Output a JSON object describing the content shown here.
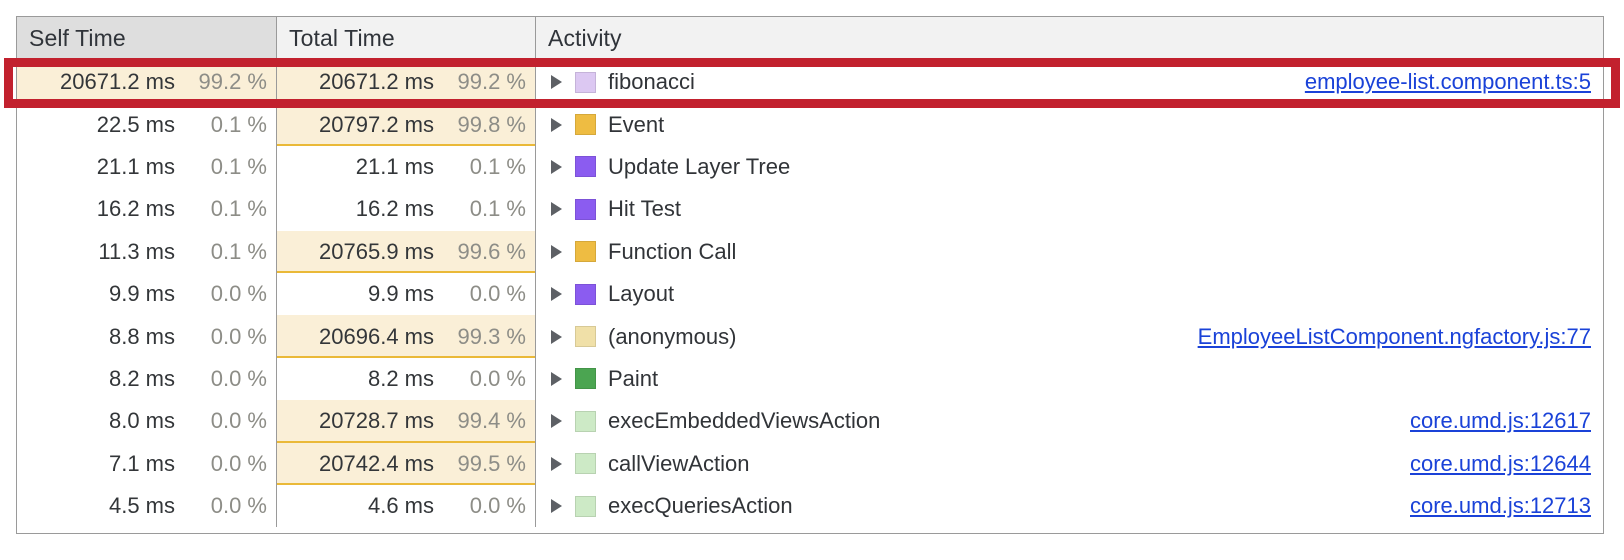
{
  "panel": {
    "name": "performance-bottom-up-tree",
    "accent_blue": "#1a42d8",
    "annotation_color": "#c2212e",
    "bar_fill": "#faefd7",
    "bar_border": "#eab938"
  },
  "columns": {
    "self_time": "Self Time",
    "total_time": "Total Time",
    "activity": "Activity"
  },
  "sorted_column": "self_time",
  "rows": [
    {
      "self_ms": "20671.2 ms",
      "self_pct": "99.2 %",
      "self_bar_fraction": 1.0,
      "total_ms": "20671.2 ms",
      "total_pct": "99.2 %",
      "total_bar_fraction": 1.0,
      "activity": "fibonacci",
      "swatch_color": "#dcc8f2",
      "source": "employee-list.component.ts:5",
      "highlighted": true
    },
    {
      "self_ms": "22.5 ms",
      "self_pct": "0.1 %",
      "self_bar_fraction": 0,
      "total_ms": "20797.2 ms",
      "total_pct": "99.8 %",
      "total_bar_fraction": 1.0,
      "activity": "Event",
      "swatch_color": "#eebc42",
      "source": "",
      "highlighted": false
    },
    {
      "self_ms": "21.1 ms",
      "self_pct": "0.1 %",
      "self_bar_fraction": 0,
      "total_ms": "21.1 ms",
      "total_pct": "0.1 %",
      "total_bar_fraction": 0,
      "activity": "Update Layer Tree",
      "swatch_color": "#8b5cf0",
      "source": "",
      "highlighted": false
    },
    {
      "self_ms": "16.2 ms",
      "self_pct": "0.1 %",
      "self_bar_fraction": 0,
      "total_ms": "16.2 ms",
      "total_pct": "0.1 %",
      "total_bar_fraction": 0,
      "activity": "Hit Test",
      "swatch_color": "#8b5cf0",
      "source": "",
      "highlighted": false
    },
    {
      "self_ms": "11.3 ms",
      "self_pct": "0.1 %",
      "self_bar_fraction": 0,
      "total_ms": "20765.9 ms",
      "total_pct": "99.6 %",
      "total_bar_fraction": 1.0,
      "activity": "Function Call",
      "swatch_color": "#eebc42",
      "source": "",
      "highlighted": false
    },
    {
      "self_ms": "9.9 ms",
      "self_pct": "0.0 %",
      "self_bar_fraction": 0,
      "total_ms": "9.9 ms",
      "total_pct": "0.0 %",
      "total_bar_fraction": 0,
      "activity": "Layout",
      "swatch_color": "#8b5cf0",
      "source": "",
      "highlighted": false
    },
    {
      "self_ms": "8.8 ms",
      "self_pct": "0.0 %",
      "self_bar_fraction": 0,
      "total_ms": "20696.4 ms",
      "total_pct": "99.3 %",
      "total_bar_fraction": 1.0,
      "activity": "(anonymous)",
      "swatch_color": "#f0e0a8",
      "source": "EmployeeListComponent.ngfactory.js:77",
      "highlighted": false
    },
    {
      "self_ms": "8.2 ms",
      "self_pct": "0.0 %",
      "self_bar_fraction": 0,
      "total_ms": "8.2 ms",
      "total_pct": "0.0 %",
      "total_bar_fraction": 0,
      "activity": "Paint",
      "swatch_color": "#4ba551",
      "source": "",
      "highlighted": false
    },
    {
      "self_ms": "8.0 ms",
      "self_pct": "0.0 %",
      "self_bar_fraction": 0,
      "total_ms": "20728.7 ms",
      "total_pct": "99.4 %",
      "total_bar_fraction": 1.0,
      "activity": "execEmbeddedViewsAction",
      "swatch_color": "#cdeac6",
      "source": "core.umd.js:12617",
      "highlighted": false
    },
    {
      "self_ms": "7.1 ms",
      "self_pct": "0.0 %",
      "self_bar_fraction": 0,
      "total_ms": "20742.4 ms",
      "total_pct": "99.5 %",
      "total_bar_fraction": 1.0,
      "activity": "callViewAction",
      "swatch_color": "#cdeac6",
      "source": "core.umd.js:12644",
      "highlighted": false
    },
    {
      "self_ms": "4.5 ms",
      "self_pct": "0.0 %",
      "self_bar_fraction": 0,
      "total_ms": "4.6 ms",
      "total_pct": "0.0 %",
      "total_bar_fraction": 0,
      "activity": "execQueriesAction",
      "swatch_color": "#cdeac6",
      "source": "core.umd.js:12713",
      "highlighted": false
    }
  ]
}
